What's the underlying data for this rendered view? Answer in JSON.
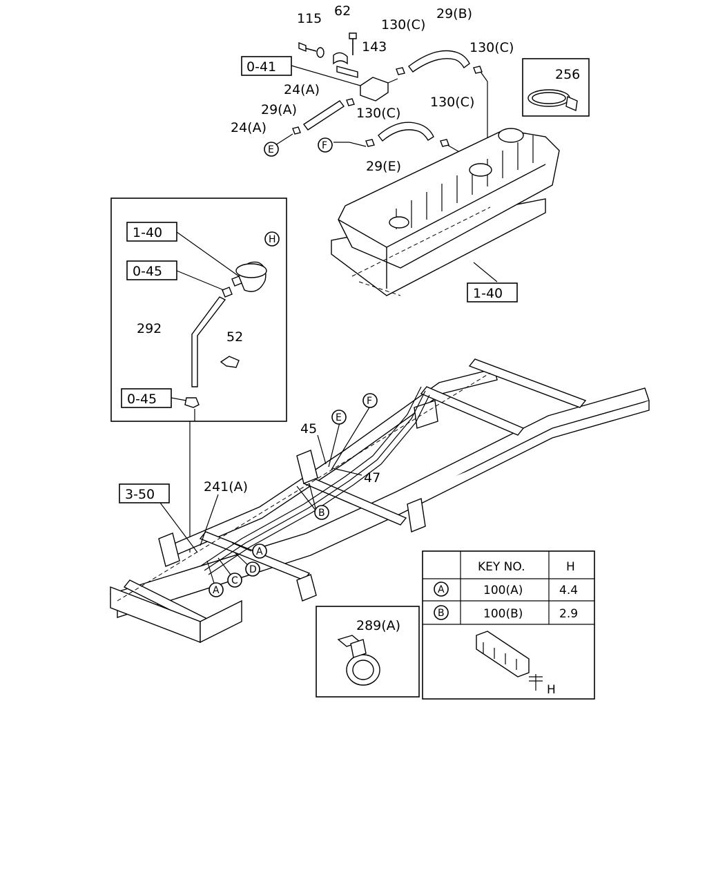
{
  "labels": {
    "p115": "115",
    "p62": "62",
    "p130c_1": "130(C)",
    "p29b": "29(B)",
    "p143": "143",
    "p130c_2": "130(C)",
    "ref041": "0-41",
    "p24a_1": "24(A)",
    "p29a": "29(A)",
    "p130c_3": "130(C)",
    "p130c_4": "130(C)",
    "p24a_2": "24(A)",
    "p29e": "29(E)",
    "p256": "256",
    "ref140_tank": "1-40",
    "ref140_inset": "1-40",
    "ref045_1": "0-45",
    "ref045_2": "0-45",
    "p292": "292",
    "p52": "52",
    "ref350": "3-50",
    "p241a": "241(A)",
    "p45": "45",
    "p47": "47",
    "p289a": "289(A)"
  },
  "callouts": {
    "E_top": "E",
    "F_top": "F",
    "H_inset": "H",
    "E_frame": "E",
    "F_frame": "F",
    "B_frame": "B",
    "A_frame_1": "A",
    "A_frame_2": "A",
    "C_frame": "C",
    "D_frame": "D"
  },
  "key_table": {
    "header_key": "KEY NO.",
    "header_h": "H",
    "rows": [
      {
        "mark": "A",
        "key": "100(A)",
        "h": "4.4"
      },
      {
        "mark": "B",
        "key": "100(B)",
        "h": "2.9"
      }
    ],
    "dim_label": "H"
  }
}
